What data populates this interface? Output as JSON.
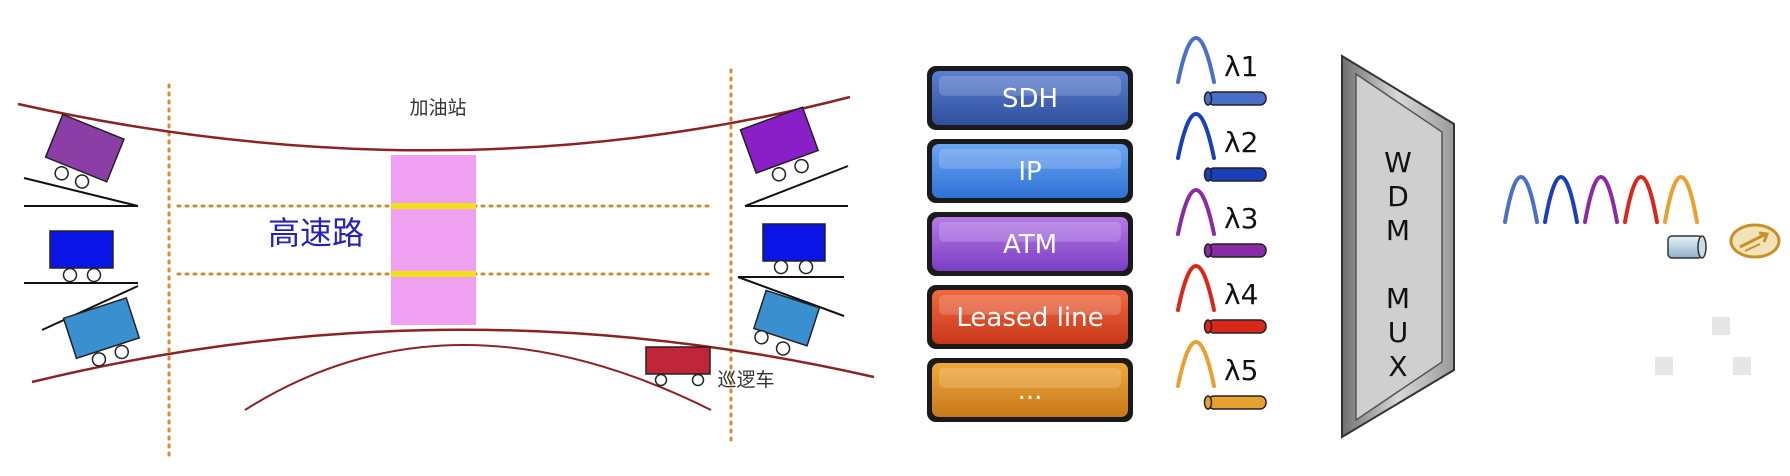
{
  "highway": {
    "gas_station_label": "加油站",
    "highway_label": "高速路",
    "patrol_car_label": "巡逻车"
  },
  "colors": {
    "road_line": "#8b2323",
    "divider": "#d28a3a",
    "gas_station": "#f0a0f0",
    "toll_bar": "#f2e01a",
    "highway_text": "#2323b8",
    "truck_purple": "#8a3ea6",
    "truck_violet": "#8a1fc8",
    "truck_blue": "#0a14e6",
    "truck_teal": "#3a8fcf",
    "patrol_car": "#c0253a"
  },
  "services": [
    {
      "label": "SDH",
      "color_top": "#5a7fd0",
      "color_bottom": "#2f4f9c"
    },
    {
      "label": "IP",
      "color_top": "#6aa6f2",
      "color_bottom": "#2f72d6"
    },
    {
      "label": "ATM",
      "color_top": "#b67ae6",
      "color_bottom": "#7a3ec4"
    },
    {
      "label": "Leased line",
      "color_top": "#f06a40",
      "color_bottom": "#c8361a"
    },
    {
      "label": "...",
      "color_top": "#f0a83a",
      "color_bottom": "#c8781a"
    }
  ],
  "wavelengths": [
    {
      "label": "λ1",
      "color": "#4a6fc8"
    },
    {
      "label": "λ2",
      "color": "#1a3fb8"
    },
    {
      "label": "λ3",
      "color": "#8a2aa6"
    },
    {
      "label": "λ4",
      "color": "#d8281a"
    },
    {
      "label": "λ5",
      "color": "#e8a030"
    }
  ],
  "mux": {
    "letters": [
      "W",
      "D",
      "M",
      "",
      "M",
      "U",
      "X"
    ]
  }
}
